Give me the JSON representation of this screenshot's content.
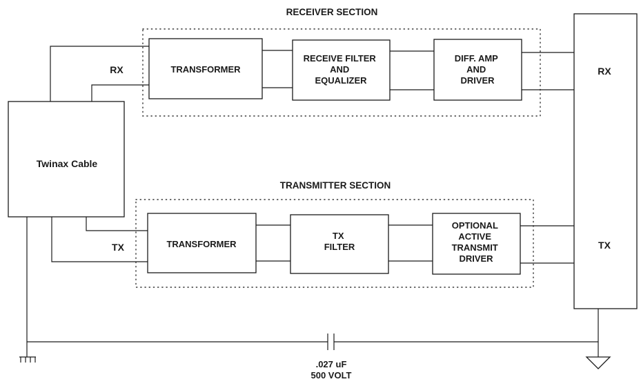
{
  "diagram": {
    "sections": {
      "receiver": "RECEIVER SECTION",
      "transmitter": "TRANSMITTER  SECTION"
    },
    "cable": "Twinax Cable",
    "left_labels": {
      "rx": "RX",
      "tx": "TX"
    },
    "right_labels": {
      "rx": "RX",
      "tx": "TX"
    },
    "receiver_blocks": [
      {
        "lines": [
          "TRANSFORMER"
        ]
      },
      {
        "lines": [
          "RECEIVE FILTER",
          "AND",
          "EQUALIZER"
        ]
      },
      {
        "lines": [
          "DIFF. AMP",
          "AND",
          "DRIVER"
        ]
      }
    ],
    "transmitter_blocks": [
      {
        "lines": [
          "TRANSFORMER"
        ]
      },
      {
        "lines": [
          "TX",
          "FILTER"
        ]
      },
      {
        "lines": [
          "OPTIONAL",
          "ACTIVE",
          "TRANSMIT",
          "DRIVER"
        ]
      }
    ],
    "capacitor": {
      "value": ".027 uF",
      "rating": "500 VOLT"
    }
  }
}
